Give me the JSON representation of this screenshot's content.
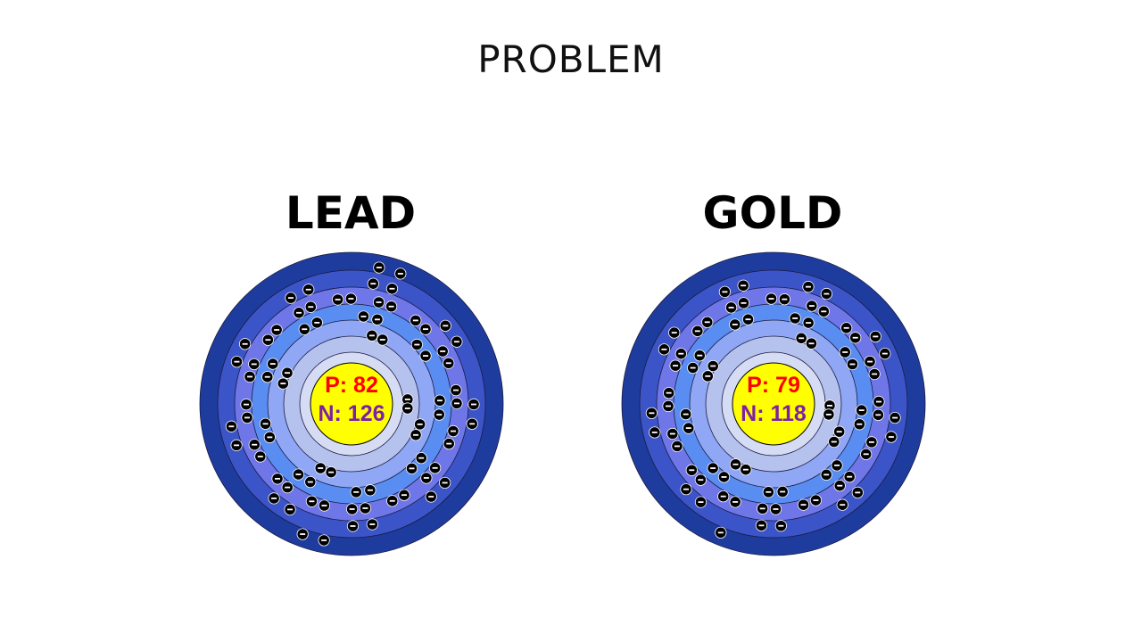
{
  "title": "PROBLEM",
  "shell_colors": [
    "#1E3C9E",
    "#3B54C8",
    "#6F76E8",
    "#5A8DF2",
    "#8FA7F5",
    "#B6C2EE",
    "#D6DCF4"
  ],
  "nucleus_color": "#FFFF00",
  "proton_color": "#FF0000",
  "neutron_color": "#7E1FA6",
  "electron_icon": "electron-minus-icon",
  "atoms": [
    {
      "name": "LEAD",
      "protons_text": "P: 82",
      "neutrons_text": "N: 126",
      "protons": 82,
      "neutrons": 126,
      "shell_electrons": [
        2,
        8,
        18,
        32,
        18,
        4
      ]
    },
    {
      "name": "GOLD",
      "protons_text": "P: 79",
      "neutrons_text": "N: 118",
      "protons": 79,
      "neutrons": 118,
      "shell_electrons": [
        2,
        8,
        18,
        32,
        18,
        1
      ]
    }
  ]
}
